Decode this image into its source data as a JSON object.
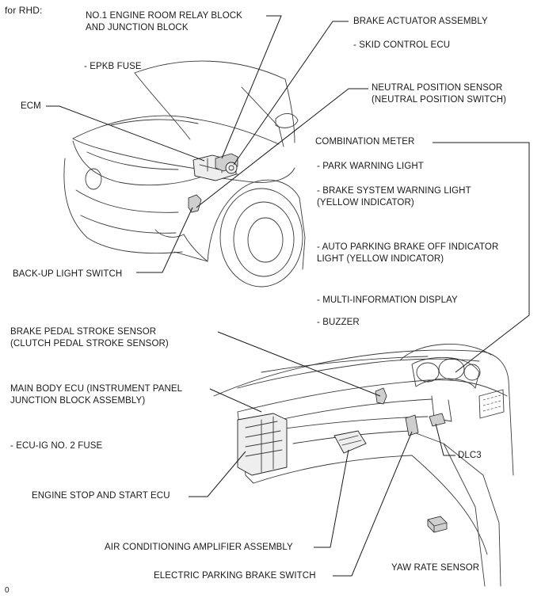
{
  "header": {
    "title": "for RHD:"
  },
  "labels": {
    "relay_block": "NO.1 ENGINE ROOM RELAY BLOCK\nAND JUNCTION BLOCK",
    "epkb_fuse": "- EPKB FUSE",
    "brake_actuator": "BRAKE ACTUATOR ASSEMBLY",
    "skid_ecu": "- SKID CONTROL ECU",
    "neutral_sensor": "NEUTRAL POSITION SENSOR\n(NEUTRAL POSITION SWITCH)",
    "ecm": "ECM",
    "combination_meter": "COMBINATION METER",
    "park_warning": "- PARK WARNING LIGHT",
    "brake_warning": "- BRAKE SYSTEM WARNING LIGHT\n(YELLOW INDICATOR)",
    "auto_parking": "- AUTO PARKING BRAKE OFF INDICATOR\nLIGHT (YELLOW INDICATOR)",
    "multi_info": "- MULTI-INFORMATION DISPLAY",
    "buzzer": "- BUZZER",
    "backup_switch": "BACK-UP LIGHT SWITCH",
    "brake_pedal_sensor": "BRAKE PEDAL STROKE SENSOR\n(CLUTCH PEDAL STROKE SENSOR)",
    "main_body_ecu": "MAIN BODY ECU (INSTRUMENT PANEL\nJUNCTION BLOCK ASSEMBLY)",
    "ecu_ig_fuse": "- ECU-IG NO. 2 FUSE",
    "dlc3": "DLC3",
    "engine_stop_ecu": "ENGINE STOP AND START ECU",
    "air_cond_amp": "AIR CONDITIONING AMPLIFIER ASSEMBLY",
    "yaw_rate": "YAW RATE SENSOR",
    "parking_switch": "ELECTRIC PARKING BRAKE SWITCH"
  },
  "footer": {
    "figure_code": "0"
  }
}
